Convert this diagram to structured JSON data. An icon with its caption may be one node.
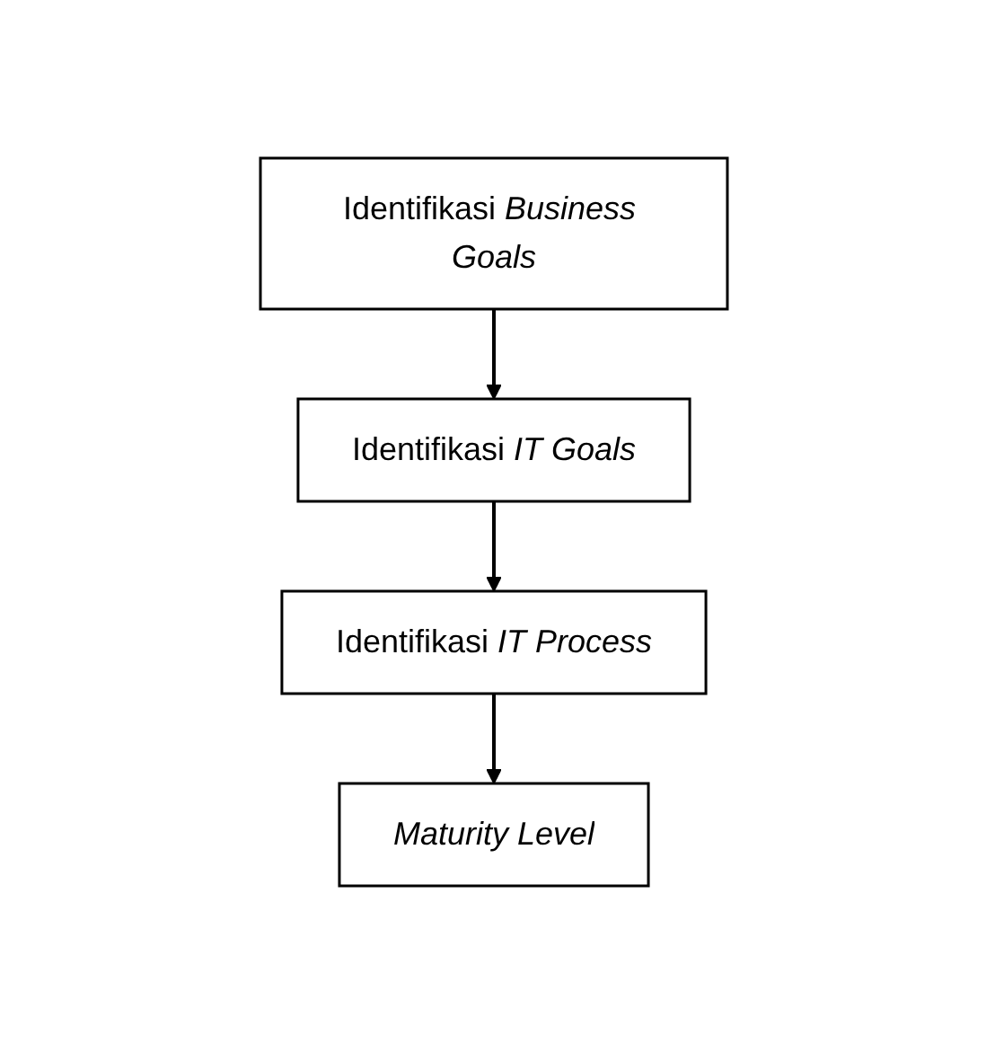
{
  "diagram": {
    "nodes": [
      {
        "text": [
          "Identifikasi *Business Goals*"
        ]
      },
      {
        "text": [
          "Identifikasi *IT Goals*"
        ]
      },
      {
        "text": [
          "Identifikasi *IT Process*"
        ]
      },
      {
        "text": [
          "Maturity Level"
        ]
      }
    ],
    "edges": [
      {
        "from": 0,
        "to": 1,
        "arrow": "to"
      },
      {
        "from": 1,
        "to": 2,
        "arrow": "to"
      },
      {
        "from": 2,
        "to": 3,
        "arrow": "to"
      }
    ]
  }
}
